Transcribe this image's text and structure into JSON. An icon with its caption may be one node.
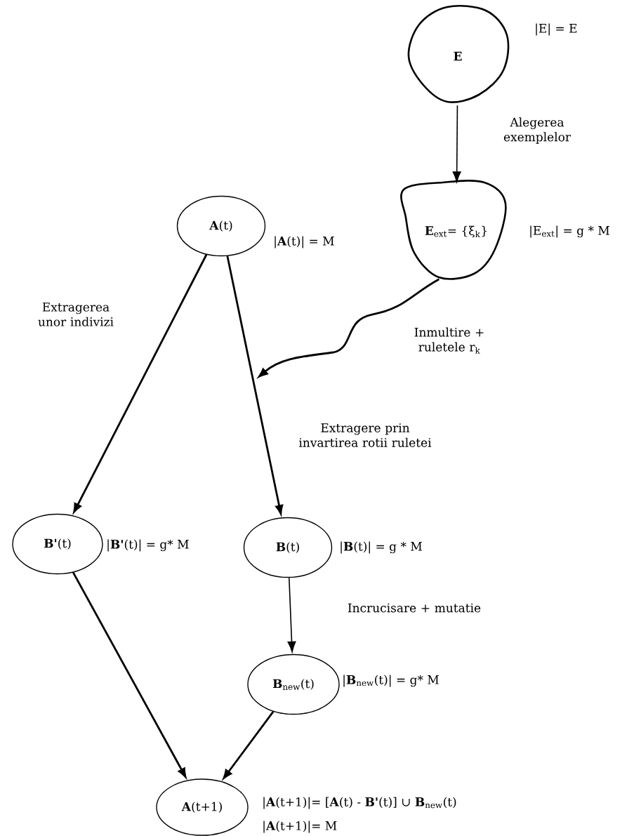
{
  "diagram": {
    "nodes": [
      {
        "text": [
          "**E**"
        ],
        "beside": [
          "|E| = E"
        ]
      },
      {
        "text": [
          "**E**$_{ext}$= {ξ$_{k}$}"
        ],
        "beside": [
          "|E$_{ext}$| = g * M"
        ]
      },
      {
        "text": [
          "**A**(t)"
        ],
        "beside": [
          "|**A**(t)| = M"
        ]
      },
      {
        "text": [
          "**B'**(t)"
        ],
        "beside": [
          "|**B'**(t)| = g* M"
        ]
      },
      {
        "text": [
          "**B**(t)"
        ],
        "beside": [
          "|**B**(t)| = g * M"
        ]
      },
      {
        "text": [
          "**B**$_{new}$(t)"
        ],
        "beside": [
          "|**B**$_{new}$(t)| = g* M"
        ]
      },
      {
        "text": [
          "**A**(t+1)"
        ],
        "beside": [
          "|**A**(t+1)|= [**A**(t) - **B'**(t)] ∪ **B**$_{new}$(t)",
          "|**A**(t+1)|= M"
        ]
      }
    ],
    "edges": [
      {
        "from": 0,
        "to": 1,
        "arrow": "to",
        "label": "Alegerea exemplelor"
      },
      {
        "from": 1,
        "to": null,
        "arrow": "to",
        "label": "Inmultire + ruletele r$_{k}$"
      },
      {
        "from": 2,
        "to": 3,
        "arrow": "to",
        "label": "Extragerea unor indivizi"
      },
      {
        "from": 2,
        "to": 4,
        "arrow": "to",
        "label": "Extragere prin invartirea rotii ruletei"
      },
      {
        "from": 4,
        "to": 5,
        "arrow": "to",
        "label": "Incrucisare + mutatie"
      },
      {
        "from": 3,
        "to": 6,
        "arrow": "to"
      },
      {
        "from": 5,
        "to": 6,
        "arrow": "to"
      }
    ]
  }
}
